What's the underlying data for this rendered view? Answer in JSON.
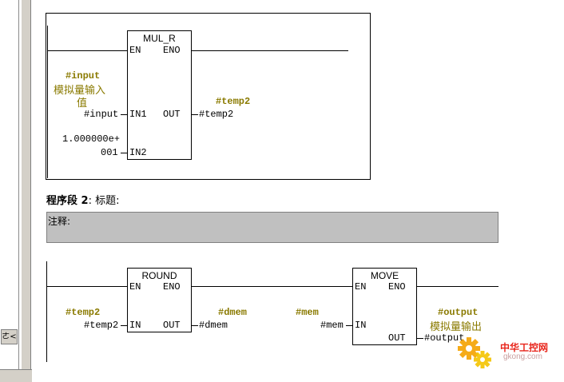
{
  "left_panel": {
    "button_label": "ㄜ<"
  },
  "network1": {
    "mul_block": {
      "title": "MUL_R",
      "en": "EN",
      "eno": "ENO",
      "in1": "IN1",
      "in2": "IN2",
      "out": "OUT"
    },
    "input_symbol": "#input",
    "input_comment": "模拟量输入",
    "input_comment_2": "值",
    "input_operand": "#input",
    "const_line1": "1.000000e+",
    "const_line2": "001",
    "temp2_symbol": "#temp2",
    "temp2_operand": "#temp2"
  },
  "network2": {
    "header_bold": "程序段 2",
    "header_rest": ": 标题:",
    "comment_label": "注释:",
    "round_block": {
      "title": "ROUND",
      "en": "EN",
      "eno": "ENO",
      "in": "IN",
      "out": "OUT"
    },
    "move_block": {
      "title": "MOVE",
      "en": "EN",
      "eno": "ENO",
      "in": "IN",
      "out": "OUT"
    },
    "temp2_symbol": "#temp2",
    "temp2_operand": "#temp2",
    "dmem_symbol": "#dmem",
    "dmem_operand": "#dmem",
    "mem_symbol": "#mem",
    "mem_operand": "#mem",
    "output_symbol": "#output",
    "output_comment": "模拟量输出",
    "output_operand": "#output"
  },
  "watermark": {
    "title": "中华工控网",
    "url": "gkong.com"
  },
  "colors": {
    "olive": "#8a7a00",
    "comment_bg": "#c0c0c0",
    "watermark_red": "#e8241a",
    "gear_orange": "#f4a300"
  }
}
